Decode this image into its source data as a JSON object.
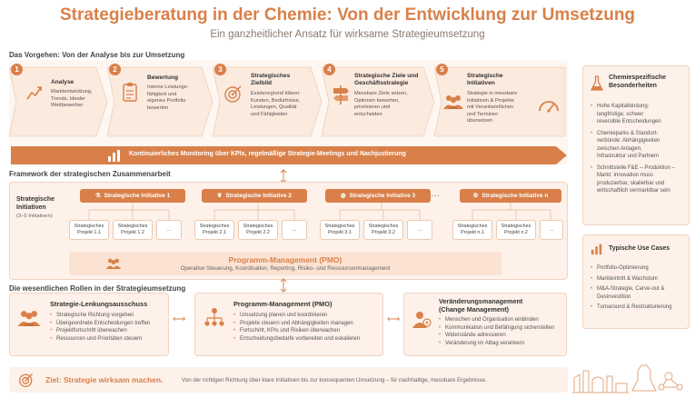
{
  "header": {
    "title": "Strategieberatung in der Chemie: Von der Entwicklung zur Umsetzung",
    "subtitle": "Ein ganzheitlicher Ansatz für wirksame Strategieumsetzung"
  },
  "process": {
    "heading": "Das Vorgehen: Von der Analyse bis zur Umsetzung",
    "steps": [
      {
        "num": "1",
        "title": "Analyse",
        "text": [
          "Marktentwicklung,",
          "Trends, Idealer",
          "Wettbewerber"
        ]
      },
      {
        "num": "2",
        "title": "Bewertung",
        "text": [
          "Interne Leistungs-",
          "fähigkeit und",
          "eigenes Portfolio",
          "bewerten"
        ]
      },
      {
        "num": "3",
        "title": "Strategisches Zielbild",
        "text": [
          "Existenzgrund klären:",
          "Kunden, Bedürfnisse,",
          "Leistungen, Qualität",
          "und Fähigkeiten"
        ]
      },
      {
        "num": "4",
        "title": "Strategische Ziele und Geschäftsstrategie",
        "text": [
          "Messbare Ziele setzen,",
          "Optionen bewerten,",
          "priorisieren und",
          "entscheiden"
        ]
      },
      {
        "num": "5",
        "title": "Strategische Initiativen",
        "text": [
          "Strategie in messbare",
          "Initiativen & Projekte",
          "mit Verantwortlichen",
          "und Terminen",
          "übersetzen"
        ]
      }
    ],
    "monitoring": "Kontinuierliches Monitoring über KPIs, regelmäßige Strategie-Meetings und Nachjustierung"
  },
  "framework": {
    "heading": "Framework der strategischen Zusammenarbeit",
    "label": "Strategische Initiativen",
    "sublabel": "(3–5 Initiativen)",
    "initiatives": [
      {
        "title": "Strategische Initiative 1",
        "projects": [
          "Strategisches Projekt 1.1",
          "Strategisches Projekt 1.2"
        ]
      },
      {
        "title": "Strategische Initiative 2",
        "projects": [
          "Strategisches Projekt 2.1",
          "Strategisches Projekt 2.2"
        ]
      },
      {
        "title": "Strategische Initiative 3",
        "projects": [
          "Strategisches Projekt 3.1",
          "Strategisches Projekt 3.2"
        ]
      },
      {
        "title": "Strategische Initiative n",
        "projects": [
          "Strategisches Projekt n.1",
          "Strategisches Projekt n.2"
        ]
      }
    ],
    "ellipsis": "…",
    "pmo_title": "Programm-Management (PMO)",
    "pmo_text": "Operative Steuerung, Koordination, Reporting, Risiko- und Ressourcenmanagement"
  },
  "roles": {
    "heading": "Die wesentlichen Rollen in der Strategieumsetzung",
    "cards": [
      {
        "title": "Strategie-Lenkungsausschuss",
        "title2": "",
        "items": [
          "Strategische Richtung vorgeben",
          "Übergeordnete Entscheidungen treffen",
          "Projektfortschritt überwachen",
          "Ressourcen und Prioritäten steuern"
        ]
      },
      {
        "title": "Programm-Management (PMO)",
        "title2": "",
        "items": [
          "Umsetzung planen und koordinieren",
          "Projekte steuern und Abhängigkeiten managen",
          "Fortschritt, KPIs und Risiken überwachen",
          "Entscheidungsbedarfe vorbereiten und eskalieren"
        ]
      },
      {
        "title": "Veränderungsmanagement",
        "title2": "(Change Management)",
        "items": [
          "Menschen und Organisation einbinden",
          "Kommunikation und Befähigung sicherstellen",
          "Widerstände adressieren",
          "Veränderung im Alltag verankern"
        ]
      }
    ]
  },
  "goal": {
    "label": "Ziel: Strategie wirksam machen.",
    "text": "Von der richtigen Richtung über klare Initiativen bis zur konsequenten Umsetzung – für nachhaltige, messbare Ergebnisse."
  },
  "sidebar": {
    "chem": {
      "title": [
        "Chemiespezifische",
        "Besonderheiten"
      ],
      "items": [
        [
          "Hohe Kapitalbindung:",
          "langfristige, schwer",
          "reversible Entscheidungen"
        ],
        [
          "Chemieparks & Standort-",
          "verbünde: Abhängigkeiten",
          "zwischen Anlagen,",
          "Infrastruktur und Partnern"
        ],
        [
          "Schnittstelle F&E – Produktion –",
          "Markt: Innovation muss",
          "produzierbar, skalierbar und",
          "wirtschaftlich vermarktbar sein"
        ]
      ]
    },
    "usecases": {
      "title": "Typische Use Cases",
      "items": [
        "Portfolio-Optimierung",
        "Markteintritt & Wachstum",
        "M&A-Strategie, Carve-out & Desinvestition",
        "Turnaround & Restrukturierung"
      ]
    }
  },
  "colors": {
    "accent": "#d9804a",
    "panel": "#fdf1e9"
  }
}
